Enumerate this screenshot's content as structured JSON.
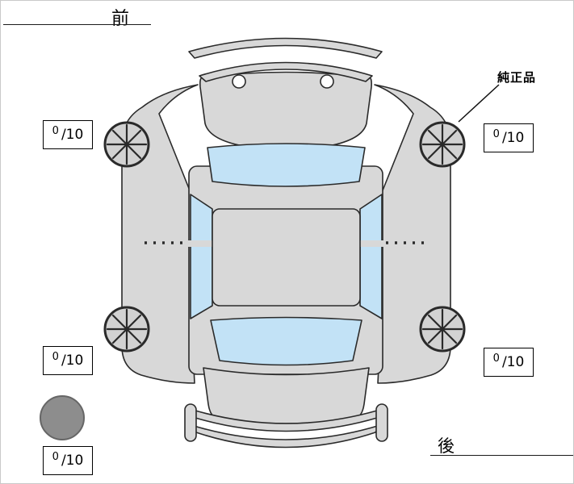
{
  "labels": {
    "front": "前",
    "rear": "後",
    "genuine_part": "純正品"
  },
  "tires": {
    "front_left": {
      "score": "0",
      "scale": "/10"
    },
    "front_right": {
      "score": "0",
      "scale": "/10"
    },
    "rear_left": {
      "score": "0",
      "scale": "/10"
    },
    "rear_right": {
      "score": "0",
      "scale": "/10"
    },
    "spare": {
      "score": "0",
      "scale": "/10"
    }
  },
  "colors": {
    "body": "#d8d8d8",
    "glass": "#c2e2f6",
    "outline": "#2a2a2a",
    "spare_tire": "#8d8d8d",
    "wheel": "#d2d2d2",
    "background": "#ffffff"
  }
}
